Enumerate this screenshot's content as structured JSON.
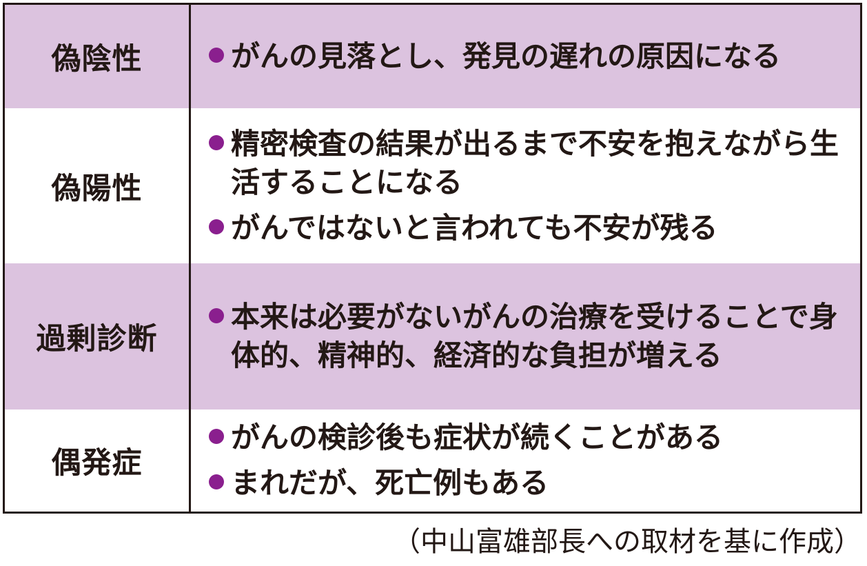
{
  "rows": [
    {
      "label": "偽陰性",
      "items": [
        "がんの見落とし、発見の遅れの原因になる"
      ]
    },
    {
      "label": "偽陽性",
      "items": [
        "精密検査の結果が出るまで不安を抱えながら生活することになる",
        "がんではないと言われても不安が残る"
      ]
    },
    {
      "label": "過剰診断",
      "items": [
        "本来は必要がないがんの治療を受けることで身体的、精神的、経済的な負担が増える"
      ]
    },
    {
      "label": "偶発症",
      "items": [
        "がんの検診後も症状が続くことがある",
        "まれだが、死亡例もある"
      ]
    }
  ],
  "source": "（中山富雄部長への取材を基に作成）",
  "colors": {
    "shaded_row": "#dcc3df",
    "bullet": "#8a1f8e",
    "border": "#231815"
  }
}
